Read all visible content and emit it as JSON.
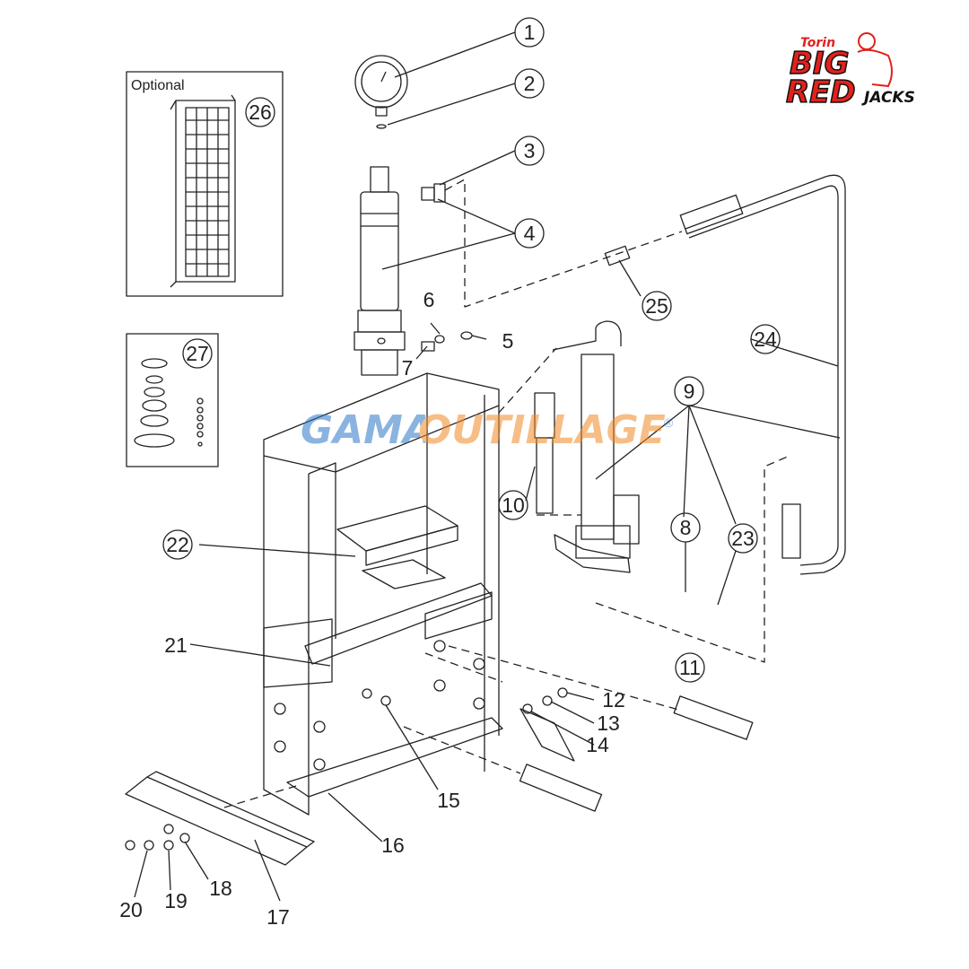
{
  "optional_box_label": "Optional",
  "callouts": {
    "p1": "1",
    "p2": "2",
    "p3": "3",
    "p4": "4",
    "p5": "5",
    "p6": "6",
    "p7": "7",
    "p8": "8",
    "p9": "9",
    "p10": "10",
    "p11": "11",
    "p12": "12",
    "p13": "13",
    "p14": "14",
    "p15": "15",
    "p16": "16",
    "p17": "17",
    "p18": "18",
    "p19": "19",
    "p20": "20",
    "p21": "21",
    "p22": "22",
    "p23": "23",
    "p24": "24",
    "p25": "25",
    "p26": "26",
    "p27": "27"
  },
  "logo": {
    "brand": "Torin",
    "line1": "BIG",
    "line2": "RED",
    "line3": "JACKS"
  },
  "watermark": {
    "part1": "GAMA",
    "part2": "OUTILLAGE",
    "mark": "®"
  },
  "colors": {
    "line": "#222222",
    "logo_red": "#e2211c",
    "watermark_blue": "#2b78c5",
    "watermark_orange": "#f08a24"
  }
}
